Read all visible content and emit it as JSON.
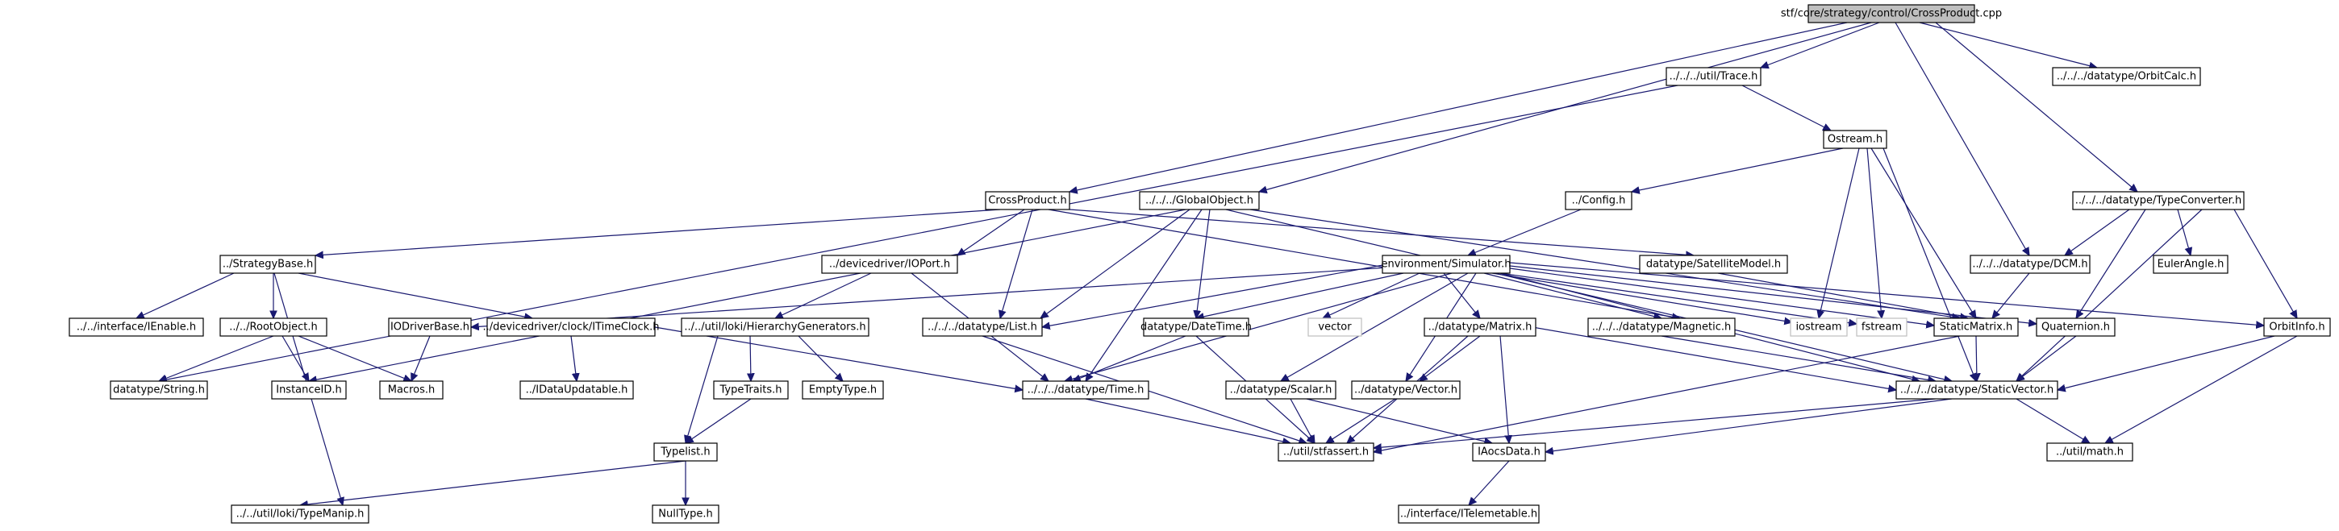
{
  "colors": {
    "edge": "#191970",
    "root_fill": "#bfbfbf",
    "node_border": "#000000",
    "std_border": "#bfbfbf"
  },
  "nodes": {
    "root": "stf/core/strategy/control/CrossProduct.cpp",
    "trace": "../../../util/Trace.h",
    "orbitcalc": "../../../datatype/OrbitCalc.h",
    "ostream": "Ostream.h",
    "crossproduct": "CrossProduct.h",
    "globalobject": "../../../GlobalObject.h",
    "config": "../Config.h",
    "typeconverter": "../../../datatype/TypeConverter.h",
    "strategybase": "../StrategyBase.h",
    "ioport": "../devicedriver/IOPort.h",
    "satellitemodel": "datatype/SatelliteModel.h",
    "simulator": "environment/Simulator.h",
    "dcm": "../../../datatype/DCM.h",
    "eulerangle": "EulerAngle.h",
    "ienable": "../../interface/IEnable.h",
    "rootobject": "../../RootObject.h",
    "itimeclock": "../devicedriver/clock/ITimeClock.h",
    "hiergen": "../../util/loki/HierarchyGenerators.h",
    "list": "../../../datatype/List.h",
    "iodriverbase": "IODriverBase.h",
    "datetime": "datatype/DateTime.h",
    "vector": "vector",
    "matrix": "../datatype/Matrix.h",
    "magnetic": "../../../datatype/Magnetic.h",
    "iostream": "iostream",
    "fstream": "fstream",
    "staticmatrix": "StaticMatrix.h",
    "quaternion": "Quaternion.h",
    "orbitinfo": "OrbitInfo.h",
    "string": "datatype/String.h",
    "instanceid": "InstanceID.h",
    "macros": "Macros.h",
    "idataupdatable": "../IDataUpdatable.h",
    "typetraits": "TypeTraits.h",
    "emptytype": "EmptyType.h",
    "time": "../../../datatype/Time.h",
    "scalar": "../datatype/Scalar.h",
    "dvector": "../datatype/Vector.h",
    "staticvector": "../../../datatype/StaticVector.h",
    "typelist": "Typelist.h",
    "stfassert": "../util/stfassert.h",
    "iaocsdata": "IAocsData.h",
    "mathh": "../util/math.h",
    "typemanip": "../../util/loki/TypeManip.h",
    "nulltype": "NullType.h",
    "itelemetable": "../interface/ITelemetable.h"
  }
}
